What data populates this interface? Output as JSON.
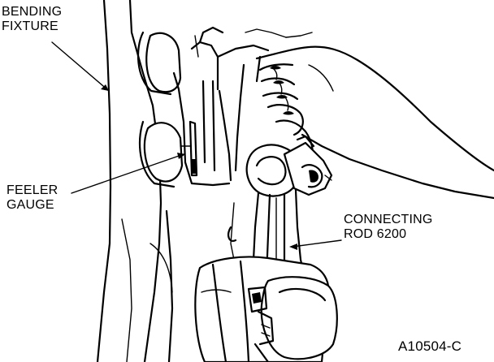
{
  "labels": {
    "bending_fixture": {
      "line1": "BENDING",
      "line2": "FIXTURE"
    },
    "feeler_gauge": {
      "line1": "FEELER",
      "line2": "GAUGE"
    },
    "connecting_rod": {
      "line1": "CONNECTING",
      "line2": "ROD 6200"
    },
    "figure_code": "A10504-C"
  }
}
